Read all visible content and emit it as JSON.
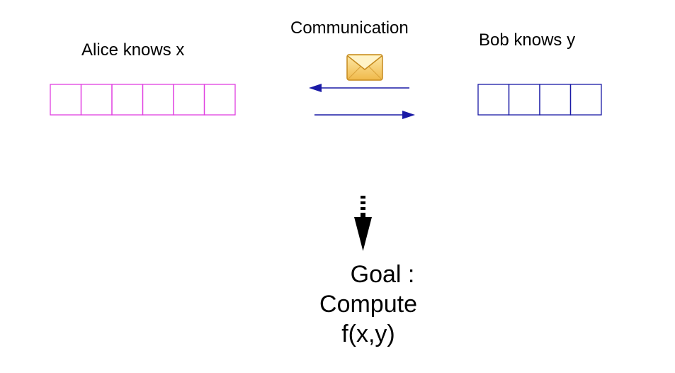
{
  "alice": {
    "label": "Alice knows x",
    "cells": 6,
    "color": "#e040e0"
  },
  "bob": {
    "label": "Bob knows y",
    "cells": 4,
    "color": "#1a1aa6"
  },
  "communication": {
    "label": "Communication",
    "icon": "envelope-icon",
    "arrow_color": "#1a1aa6"
  },
  "goal": {
    "line1": "Goal :",
    "line2": "Compute",
    "line3": "f(x,y)"
  }
}
